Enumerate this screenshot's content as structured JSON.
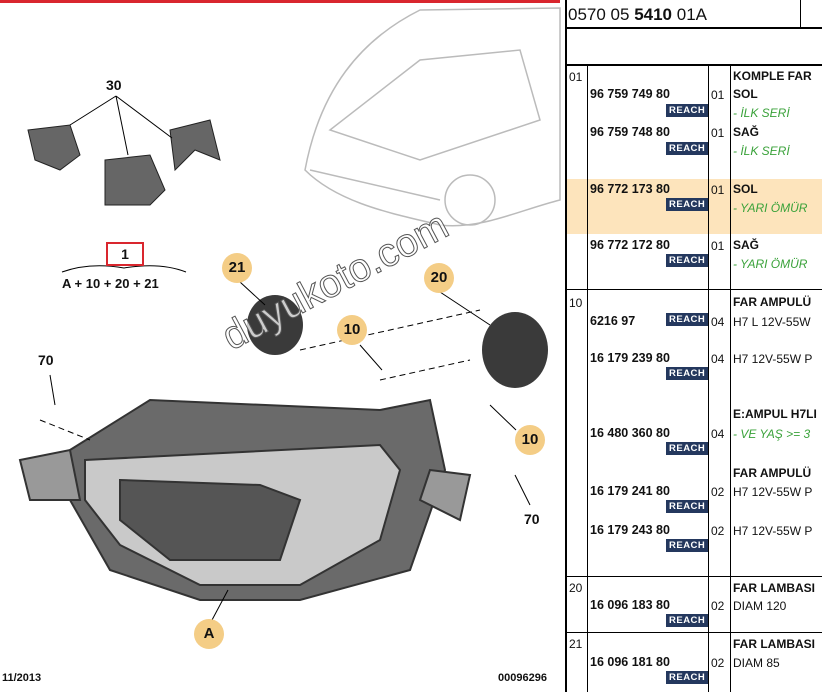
{
  "header": {
    "ref_prefix": "0570 05 ",
    "ref_bold": "5410",
    "ref_suffix": " 01A"
  },
  "diagram": {
    "labels": {
      "bracket": "30",
      "assembly": "1",
      "formula": "A + 10 + 20 + 21",
      "screw_left": "70",
      "screw_right": "70"
    },
    "callouts": [
      "21",
      "20",
      "10",
      "10",
      "A"
    ],
    "date": "11/2013",
    "code": "00096296",
    "watermark": "duyukoto.com"
  },
  "reach_label": "REACH",
  "groups": [
    {
      "ref": "01",
      "title": "KOMPLE FAR",
      "rows": [
        {
          "pn": "96 759 749 80",
          "qty": "01",
          "desc": "SOL",
          "note": "- İLK SERİ"
        },
        {
          "pn": "96 759 748 80",
          "qty": "01",
          "desc": "SAĞ",
          "note": "- İLK SERİ"
        },
        {
          "pn": "96 772 173 80",
          "qty": "01",
          "desc": "SOL",
          "note": "- YARI ÖMÜR",
          "highlighted": true
        },
        {
          "pn": "96 772 172 80",
          "qty": "01",
          "desc": "SAĞ",
          "note": "- YARI ÖMÜR"
        }
      ]
    },
    {
      "ref": "10",
      "title": "FAR AMPULÜ",
      "rows": [
        {
          "pn": "6216 97",
          "qty": "04",
          "desc": "H7 L 12V-55W"
        },
        {
          "pn": "16 179 239 80",
          "qty": "04",
          "desc": "H7 12V-55W P"
        },
        {
          "pn": "16 480 360 80",
          "qty": "04",
          "title": "E:AMPUL H7LI",
          "note": "- VE YAŞ >= 3"
        },
        {
          "pn": "16 179 241 80",
          "qty": "02",
          "title": "FAR AMPULÜ",
          "desc": "H7 12V-55W P"
        },
        {
          "pn": "16 179 243 80",
          "qty": "02",
          "desc": "H7 12V-55W P"
        }
      ]
    },
    {
      "ref": "20",
      "title": "FAR LAMBASI",
      "rows": [
        {
          "pn": "16 096 183 80",
          "qty": "02",
          "desc": "DIAM 120"
        }
      ]
    },
    {
      "ref": "21",
      "title": "FAR LAMBASI",
      "rows": [
        {
          "pn": "16 096 181 80",
          "qty": "02",
          "desc": "DIAM 85"
        }
      ]
    }
  ]
}
